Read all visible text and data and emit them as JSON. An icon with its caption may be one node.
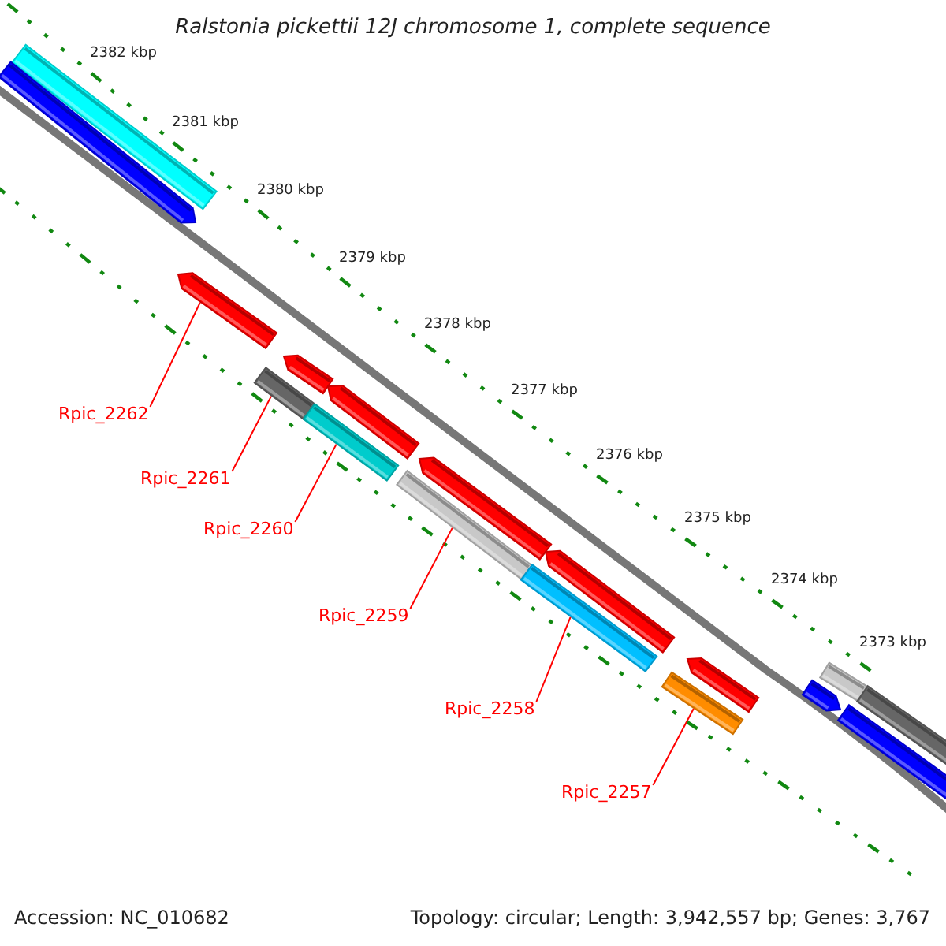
{
  "diagram": {
    "title": "Ralstonia pickettii 12J chromosome 1, complete sequence",
    "nodes": [
      {
        "text": [],
        "shape": "bar"
      },
      {
        "text": [],
        "shape": "bar"
      },
      {
        "text": [],
        "shape": "bar"
      },
      {
        "text": [],
        "shape": "bar"
      },
      {
        "text": [],
        "shape": "bar"
      },
      {
        "text": [],
        "shape": "bar"
      },
      {
        "text": [
          "Rpic_2262"
        ]
      },
      {
        "text": [
          "Rpic_2261"
        ]
      },
      {
        "text": [
          "Rpic_2260"
        ]
      },
      {
        "text": [
          "Rpic_2259"
        ]
      },
      {
        "text": [
          "Rpic_2258"
        ]
      },
      {
        "text": [
          "Rpic_2257"
        ]
      }
    ],
    "edges": [
      {
        "from": 6,
        "to": 0,
        "arrow": "none"
      },
      {
        "from": 7,
        "to": 1,
        "arrow": "none"
      },
      {
        "from": 8,
        "to": 2,
        "arrow": "none"
      },
      {
        "from": 9,
        "to": 3,
        "arrow": "none"
      },
      {
        "from": 10,
        "to": 4,
        "arrow": "none"
      },
      {
        "from": 11,
        "to": 5,
        "arrow": "none"
      }
    ],
    "labels": [
      "2382 kbp",
      "2381 kbp",
      "2380 kbp",
      "2379 kbp",
      "2378 kbp",
      "2377 kbp",
      "2376 kbp",
      "2375 kbp",
      "2374 kbp",
      "2373 kbp",
      "Accession: NC_010682",
      "Topology: circular; Length: 3,942,557 bp; Genes: 3,767"
    ]
  }
}
